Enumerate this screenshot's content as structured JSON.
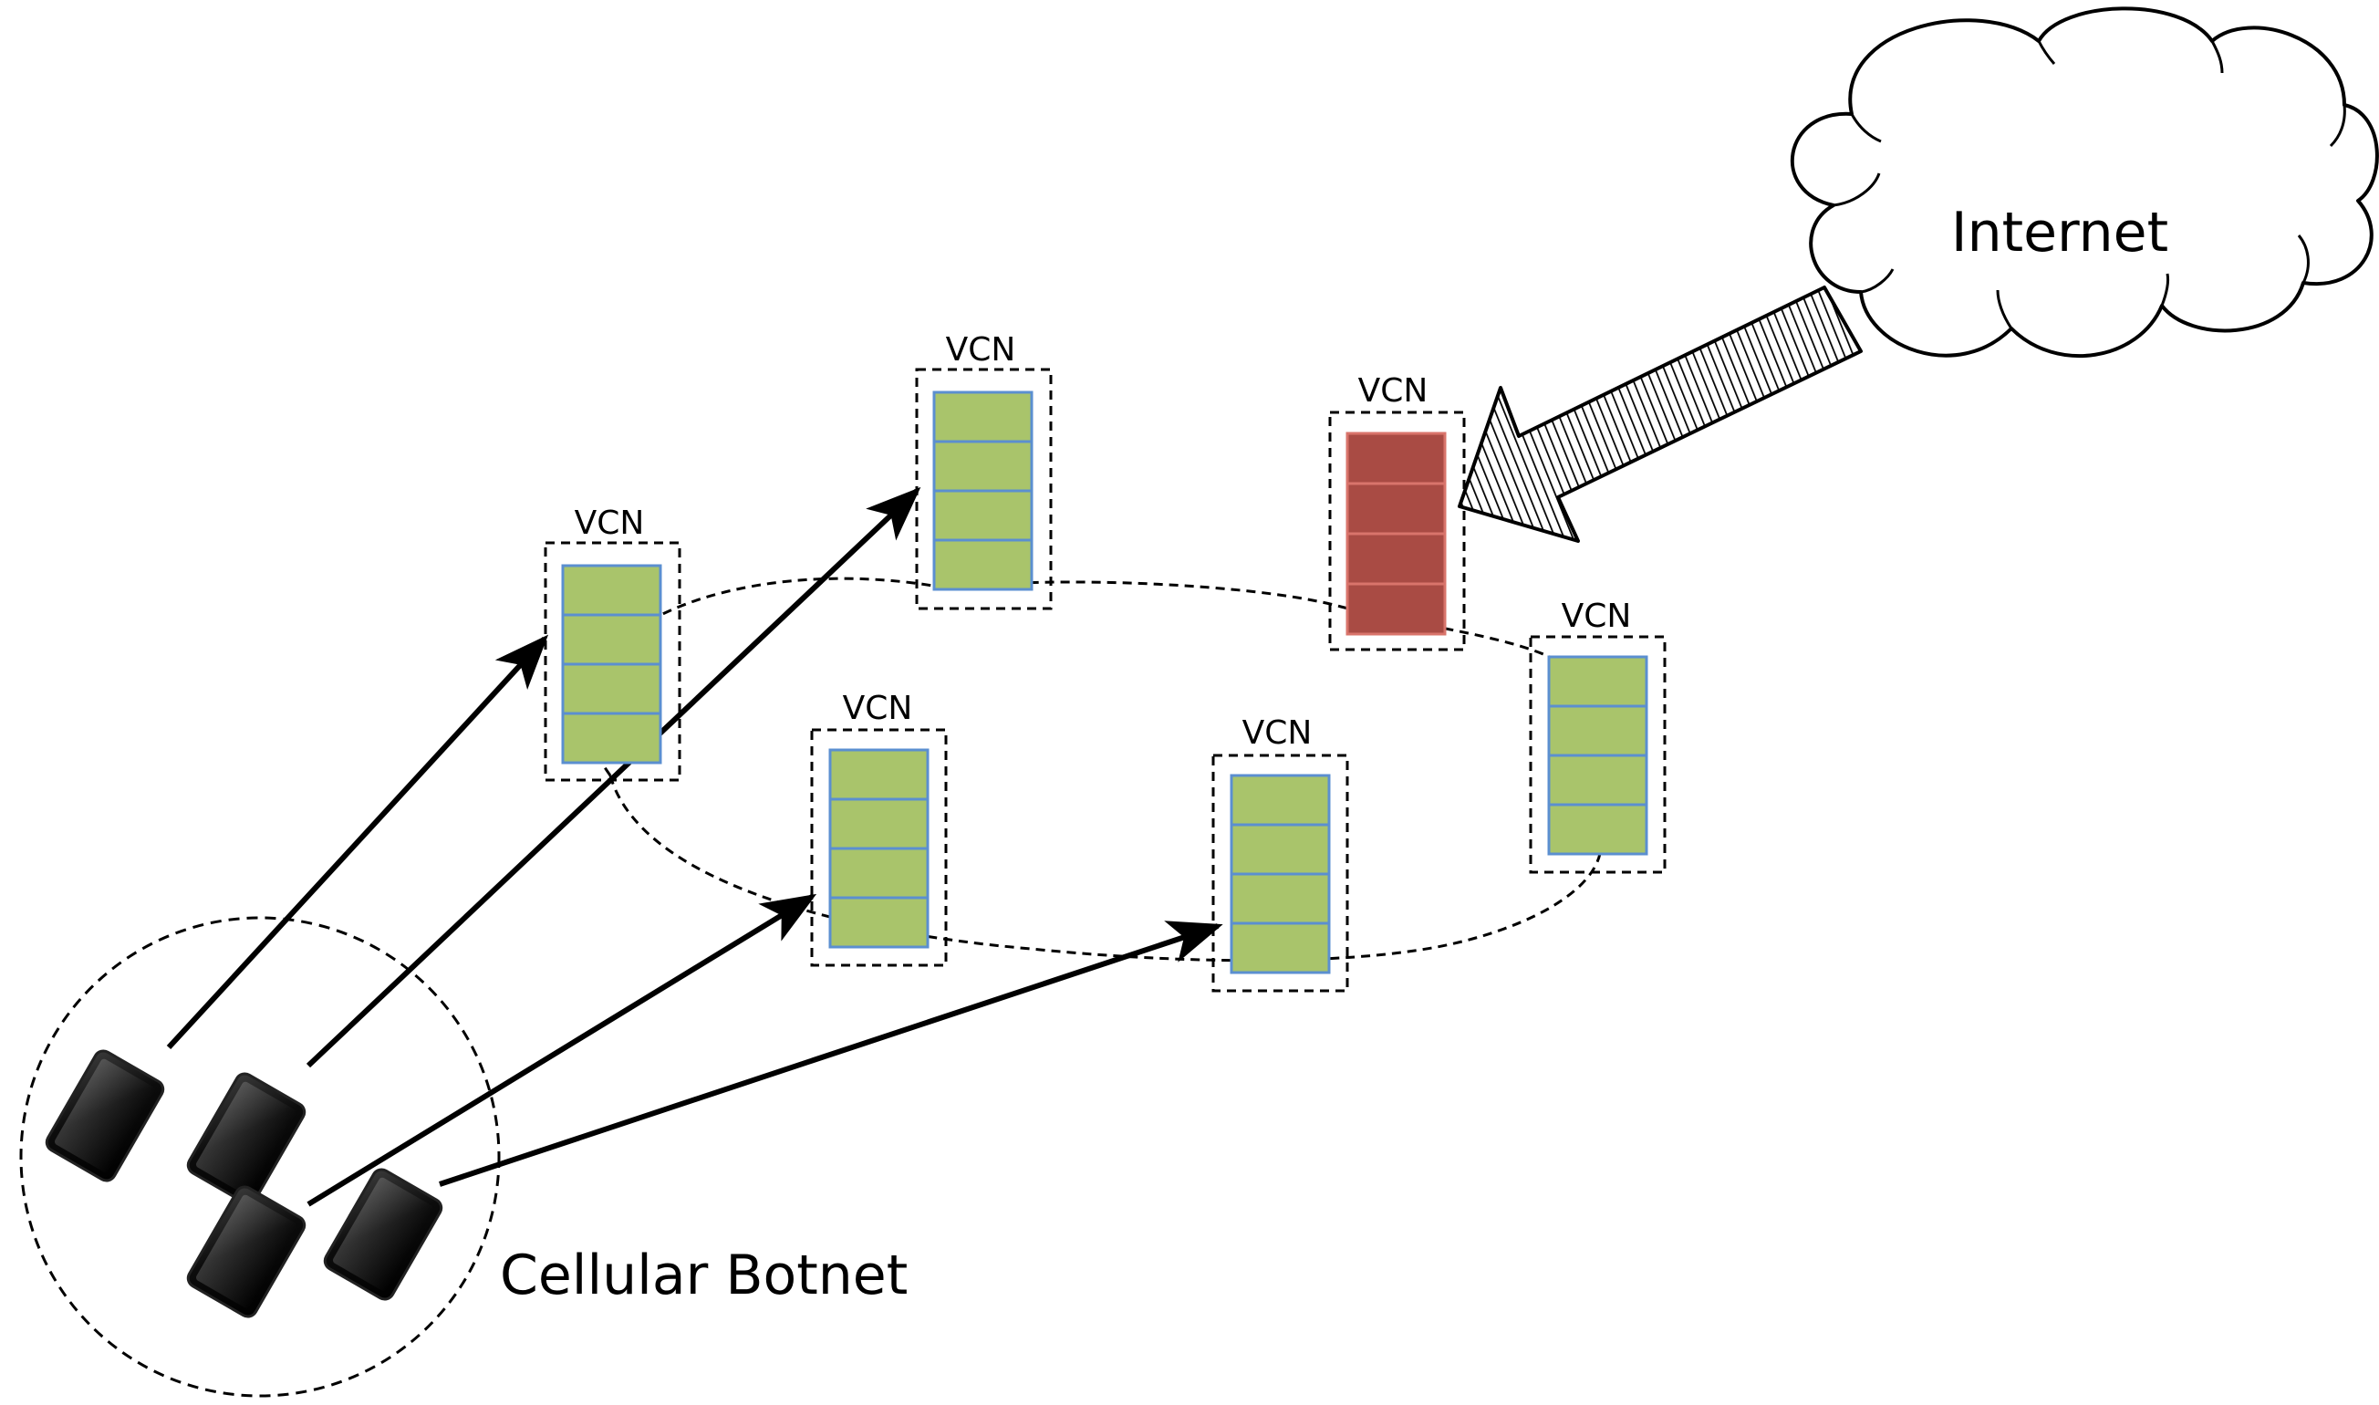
{
  "diagram": {
    "internet": {
      "label": "Internet"
    },
    "botnet": {
      "label": "Cellular Botnet"
    },
    "vcn_nodes": [
      {
        "label": "VCN",
        "state": "normal"
      },
      {
        "label": "VCN",
        "state": "normal"
      },
      {
        "label": "VCN",
        "state": "attacked"
      },
      {
        "label": "VCN",
        "state": "normal"
      },
      {
        "label": "VCN",
        "state": "normal"
      },
      {
        "label": "VCN",
        "state": "normal"
      }
    ],
    "colors": {
      "normal_fill": "#a9c46b",
      "normal_stroke": "#5b8fd0",
      "attacked_fill": "#a94b44",
      "attacked_stroke": "#d9746b"
    },
    "icons": {
      "device": "smartphone-icon",
      "cloud": "cloud-icon"
    }
  }
}
